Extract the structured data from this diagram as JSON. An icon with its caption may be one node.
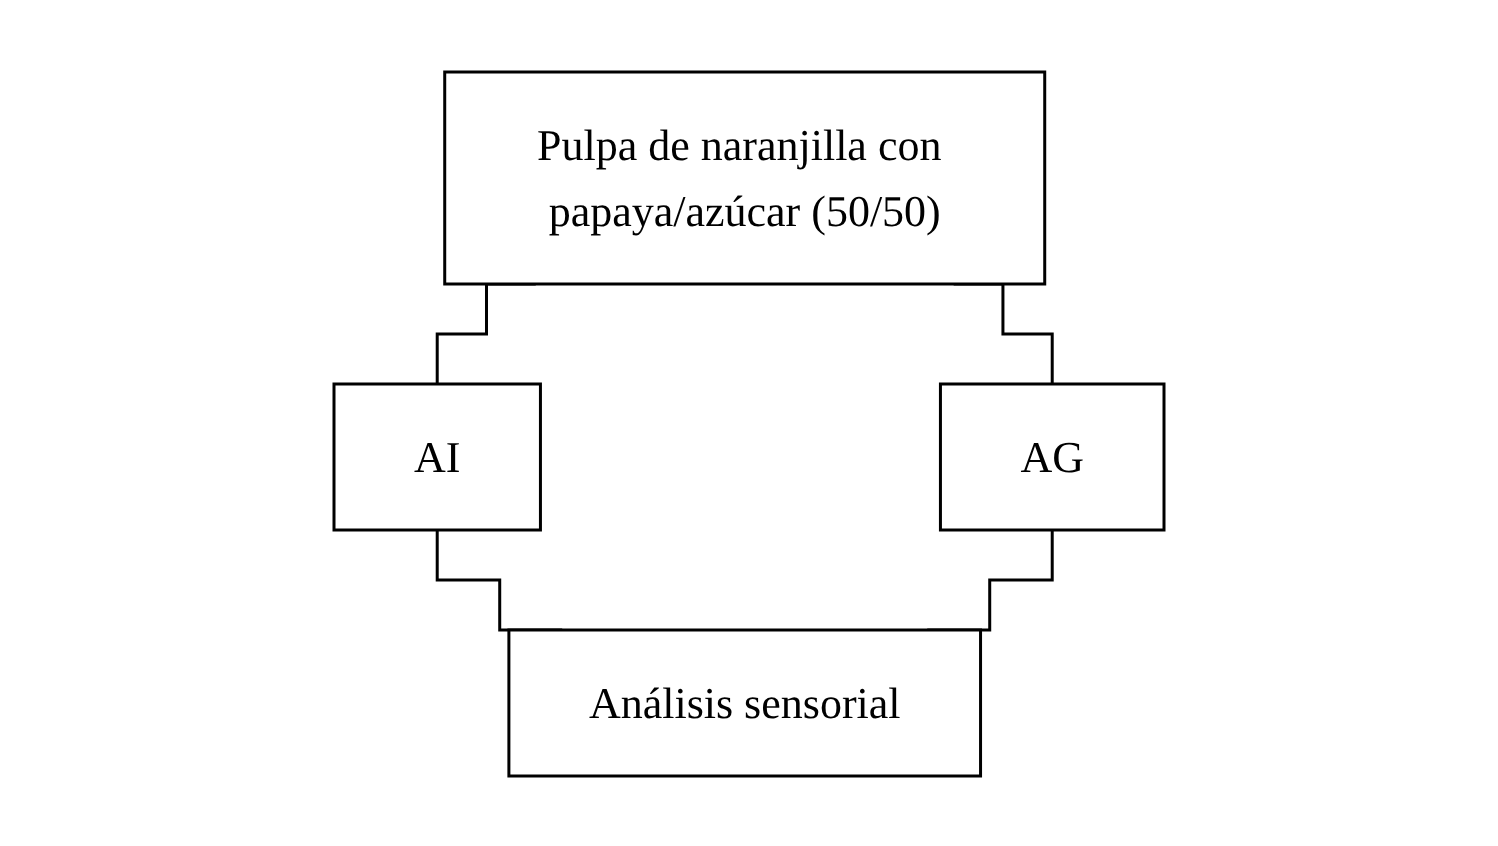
{
  "diagram": {
    "nodes": [
      {
        "text": [
          "Pulpa de naranjilla con papaya/azúcar (50/50)"
        ]
      },
      {
        "text": [
          "AI"
        ]
      },
      {
        "text": [
          "AG"
        ]
      },
      {
        "text": [
          "Análisis sensorial"
        ]
      }
    ],
    "edges": [
      {
        "from": 0,
        "to": 1,
        "arrow": "none"
      },
      {
        "from": 0,
        "to": 2,
        "arrow": "none"
      },
      {
        "from": 1,
        "to": 3,
        "arrow": "none"
      },
      {
        "from": 2,
        "to": 3,
        "arrow": "none"
      }
    ]
  }
}
